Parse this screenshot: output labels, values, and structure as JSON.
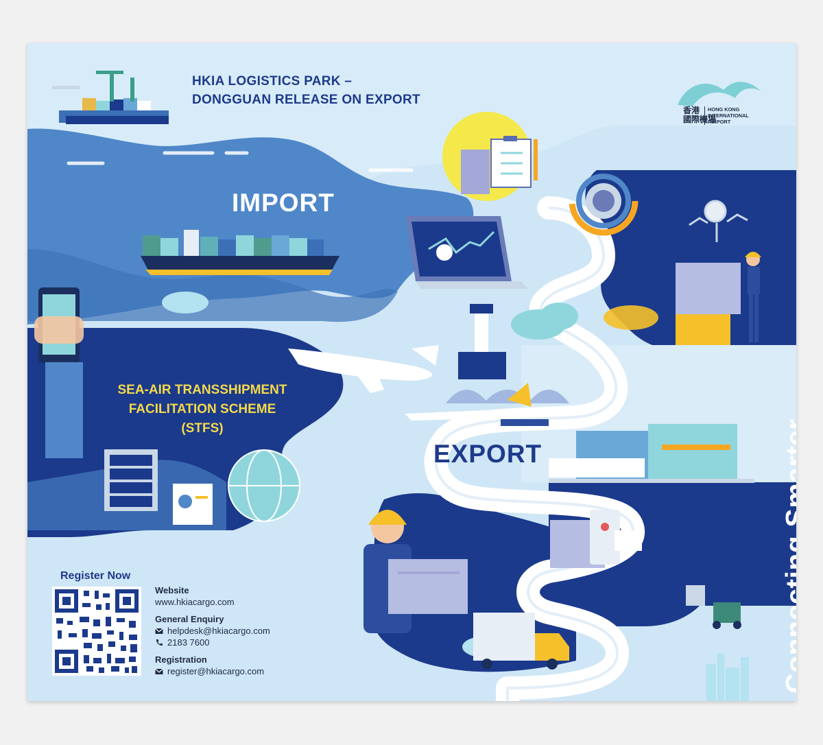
{
  "title": {
    "line1": "HKIA LOGISTICS PARK –",
    "line2": "DONGGUAN RELEASE ON EXPORT"
  },
  "logo": {
    "zh_line1": "香港",
    "zh_line2": "國際機場",
    "en_line1": "HONG KONG",
    "en_line2": "INTERNATIONAL",
    "en_line3": "AIRPORT"
  },
  "labels": {
    "import": "IMPORT",
    "export": "EXPORT",
    "stfs_line1": "SEA-AIR TRANSSHIPMENT",
    "stfs_line2": "FACILITATION SCHEME",
    "stfs_line3": "(STFS)",
    "tagline": "Connecting Smarter"
  },
  "contact": {
    "register_now": "Register Now",
    "website_label": "Website",
    "website": "www.hkiacargo.com",
    "enquiry_label": "General Enquiry",
    "enquiry_email": "helpdesk@hkiacargo.com",
    "enquiry_phone": "2183 7600",
    "registration_label": "Registration",
    "registration_email": "register@hkiacargo.com"
  },
  "colors": {
    "navy": "#1b3a8c",
    "mid_blue": "#4e86c8",
    "light_blue": "#cfe6f6",
    "yellow": "#f5d94a",
    "teal": "#8fd6dc",
    "title_blue": "#1e3a8a"
  },
  "icons": [
    "envelope-icon",
    "phone-icon",
    "qr-code-icon",
    "airport-logo-icon"
  ]
}
